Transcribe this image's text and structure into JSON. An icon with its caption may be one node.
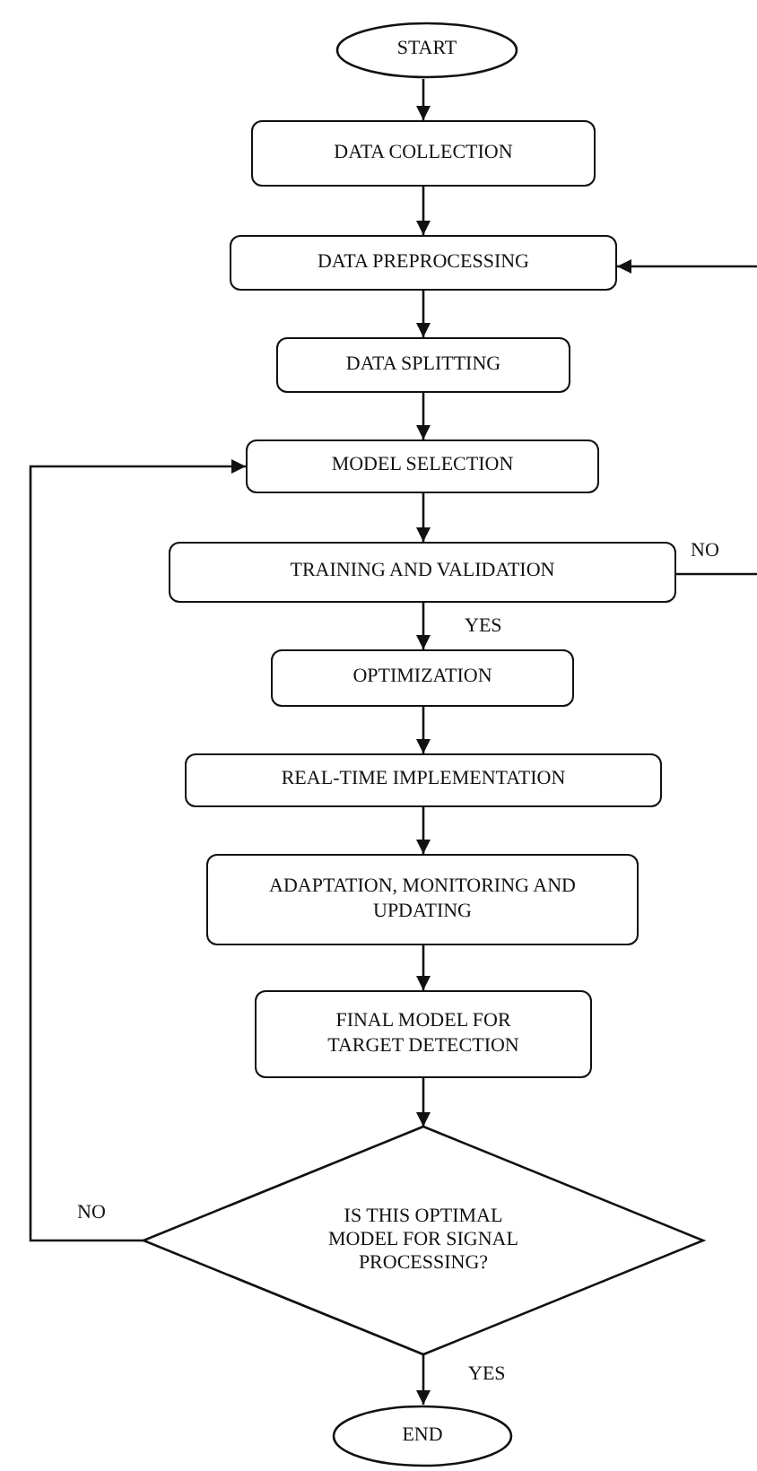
{
  "diagram": {
    "nodes": [
      {
        "text": [
          "START"
        ]
      },
      {
        "text": [
          "DATA COLLECTION"
        ]
      },
      {
        "text": [
          "DATA PREPROCESSING"
        ]
      },
      {
        "text": [
          "DATA SPLITTING"
        ]
      },
      {
        "text": [
          "MODEL SELECTION"
        ]
      },
      {
        "text": [
          "TRAINING AND VALIDATION"
        ]
      },
      {
        "text": [
          "OPTIMIZATION"
        ]
      },
      {
        "text": [
          "REAL-TIME IMPLEMENTATION"
        ]
      },
      {
        "text": [
          "ADAPTATION, MONITORING AND UPDATING"
        ]
      },
      {
        "text": [
          "FINAL MODEL FOR TARGET DETECTION"
        ]
      },
      {
        "text": [
          "IS THIS OPTIMAL MODEL FOR SIGNAL PROCESSING?"
        ]
      },
      {
        "text": [
          "END"
        ]
      }
    ],
    "edges": [
      {
        "from": 0,
        "to": 1,
        "arrow": "to"
      },
      {
        "from": 1,
        "to": 2,
        "arrow": "to"
      },
      {
        "from": 2,
        "to": 3,
        "arrow": "to"
      },
      {
        "from": 3,
        "to": 4,
        "arrow": "to"
      },
      {
        "from": 4,
        "to": 5,
        "arrow": "to"
      },
      {
        "from": 5,
        "to": 6,
        "arrow": "to",
        "label": "YES"
      },
      {
        "from": 6,
        "to": 7,
        "arrow": "to"
      },
      {
        "from": 7,
        "to": 8,
        "arrow": "to"
      },
      {
        "from": 8,
        "to": 9,
        "arrow": "to"
      },
      {
        "from": 9,
        "to": 10,
        "arrow": "to"
      },
      {
        "from": 10,
        "to": 4,
        "arrow": "to",
        "label": "NO"
      },
      {
        "from": 10,
        "to": 11,
        "arrow": "to",
        "label": "YES"
      },
      {
        "from": 5,
        "to": null,
        "arrow": "none",
        "label": "NO"
      },
      {
        "from": null,
        "to": 2,
        "arrow": "to"
      }
    ]
  }
}
